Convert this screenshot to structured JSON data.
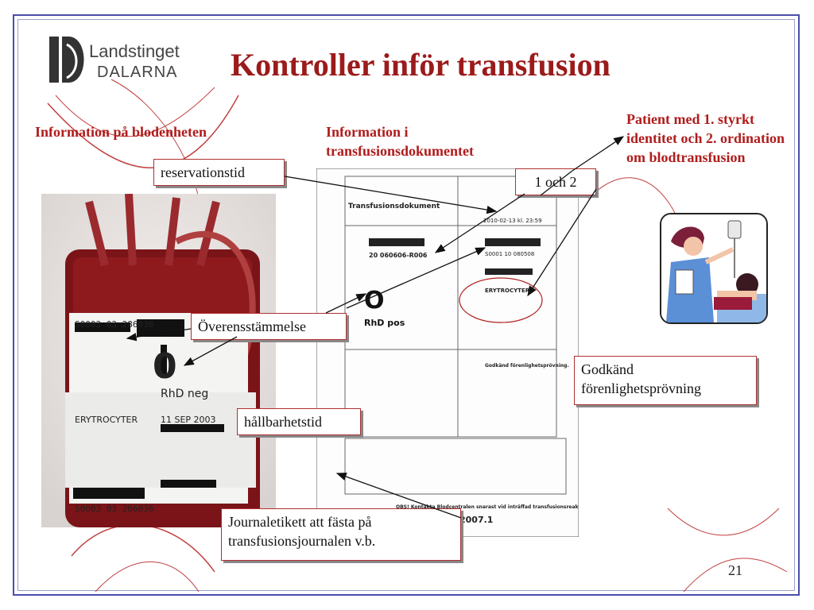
{
  "slide": {
    "title": "Kontroller inför transfusion",
    "page_number": "21"
  },
  "logo": {
    "line1": "Landstinget",
    "line2": "DALARNA"
  },
  "headings": {
    "blood_unit_info": "Information på blodenheten",
    "document_info": "Information i transfusionsdokumentet",
    "patient": "Patient med 1. styrkt identitet och 2. ordination om blodtransfusion"
  },
  "callouts": {
    "reservation": "reservationstid",
    "one_and_two": "1 och 2",
    "match": "Överensstämmelse",
    "approved": "Godkänd förenlighetsprövning",
    "expiry": "hållbarhetstid",
    "journal": "Journaletikett att fästa på transfusionsjournalen v.b."
  },
  "colors": {
    "title": "#9b1b1b",
    "heading": "#b01c1c",
    "frame": "#4a4ea8"
  }
}
